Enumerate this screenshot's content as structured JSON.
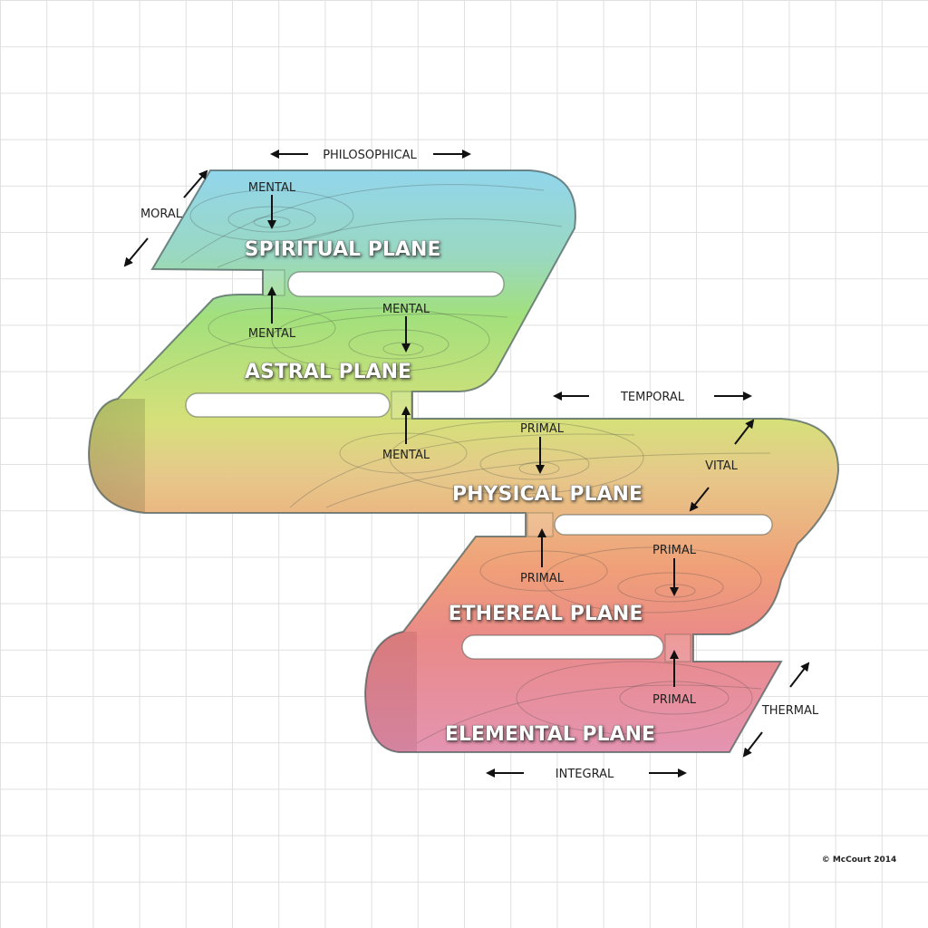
{
  "title_labels": {
    "philosophical": "PHILOSOPHICAL",
    "moral": "MORAL",
    "temporal": "TEMPORAL",
    "vital": "VITAL",
    "thermal": "THERMAL",
    "integral": "INTEGRAL"
  },
  "planes": {
    "spiritual": "SPIRITUAL PLANE",
    "astral": "ASTRAL PLANE",
    "physical": "PHYSICAL PLANE",
    "ethereal": "ETHEREAL PLANE",
    "elemental": "ELEMENTAL PLANE"
  },
  "connectors": {
    "spiritual_mental": "MENTAL",
    "astral_mental_up": "MENTAL",
    "astral_mental_down": "MENTAL",
    "physical_mental_up": "MENTAL",
    "physical_primal_down": "PRIMAL",
    "ethereal_primal_up": "PRIMAL",
    "ethereal_primal_down": "PRIMAL",
    "elemental_primal_up": "PRIMAL"
  },
  "copyright": "© McCourt 2014",
  "colors": {
    "spiritual": "#8fd4ea",
    "astral": "#9fe07a",
    "physical": "#e8c888",
    "ethereal": "#f09880",
    "elemental": "#e890aa",
    "grid": "#e2e2e2"
  }
}
